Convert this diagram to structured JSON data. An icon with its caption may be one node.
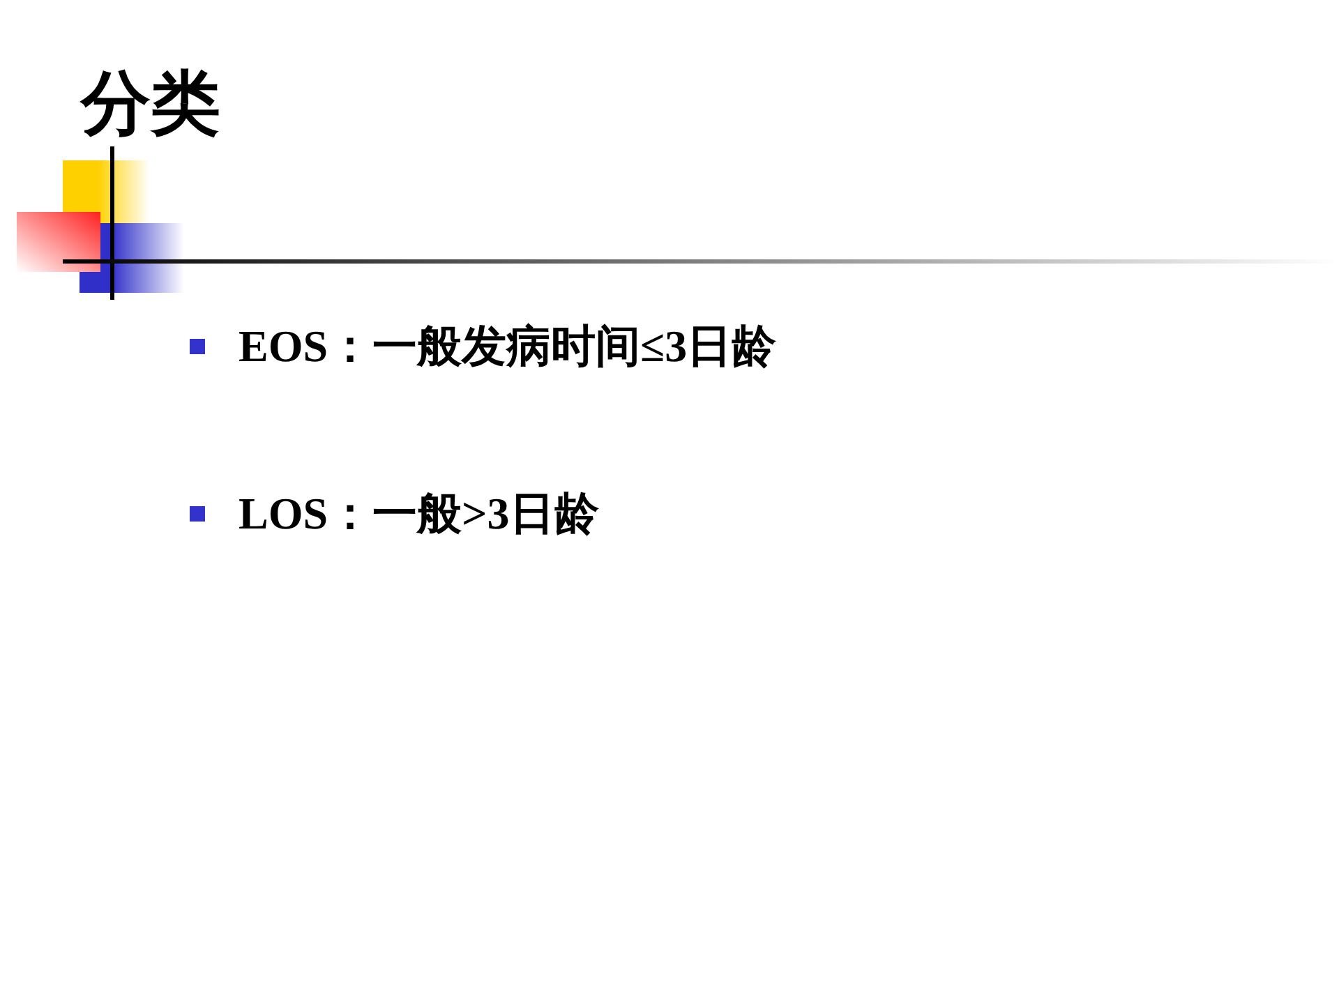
{
  "diagram": {
    "title": "分类",
    "labels": [
      "EOS：一般发病时间≤3日龄",
      "LOS：一般>3日龄"
    ]
  }
}
